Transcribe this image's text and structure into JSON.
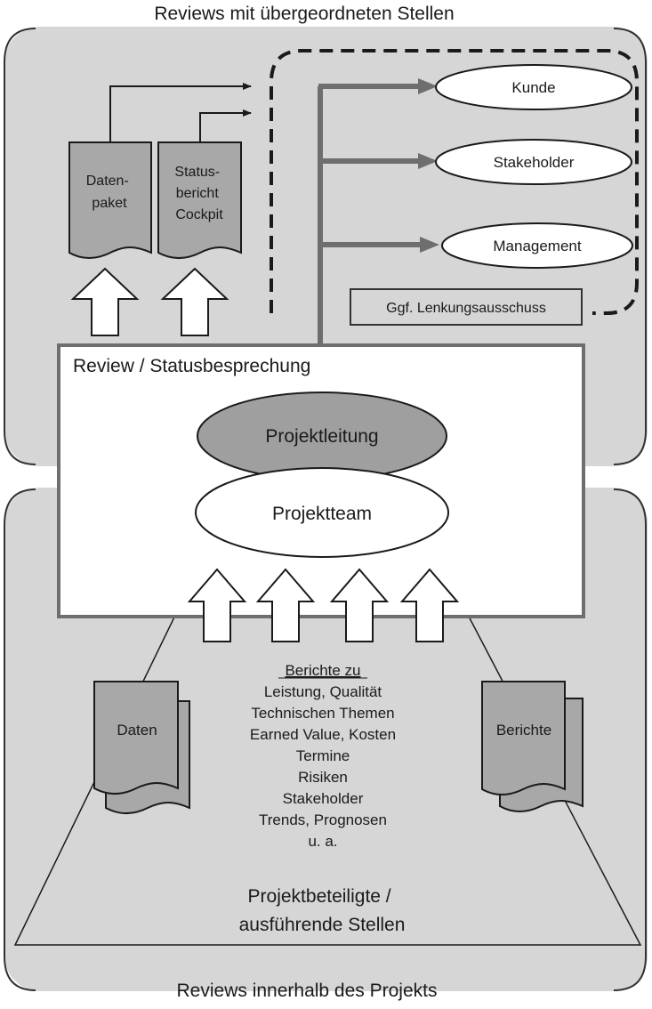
{
  "top_section": {
    "title": "Reviews mit übergeordneten Stellen"
  },
  "bottom_section": {
    "title": "Reviews innerhalb des Projekts"
  },
  "documents": {
    "datenpaket": [
      "Daten-",
      "paket"
    ],
    "statusbericht": [
      "Status-",
      "bericht",
      "Cockpit"
    ],
    "daten": "Daten",
    "berichte": "Berichte"
  },
  "recipients": [
    {
      "label": "Kunde"
    },
    {
      "label": "Stakeholder"
    },
    {
      "label": "Management"
    }
  ],
  "steering": {
    "label": "Ggf. Lenkungsausschuss"
  },
  "review_box": {
    "title": "Review / Statusbesprechung"
  },
  "roles": {
    "lead": "Projektleitung",
    "team": "Projektteam"
  },
  "reports": {
    "heading": "Berichte zu",
    "items": [
      "Leistung, Qualität",
      "Technischen Themen",
      "Earned Value, Kosten",
      "Termine",
      "Risiken",
      "Stakeholder",
      "Trends, Prognosen",
      "u. a."
    ]
  },
  "participants": {
    "lines": [
      "Projektbeteiligte /",
      "ausführende Stellen"
    ]
  },
  "colors": {
    "panel": "#d6d6d6",
    "document": "#a8a8a8",
    "lead_ellipse": "#9f9f9f",
    "arrow_gray": "#6e6e6e",
    "outline": "#2a2a2a"
  }
}
